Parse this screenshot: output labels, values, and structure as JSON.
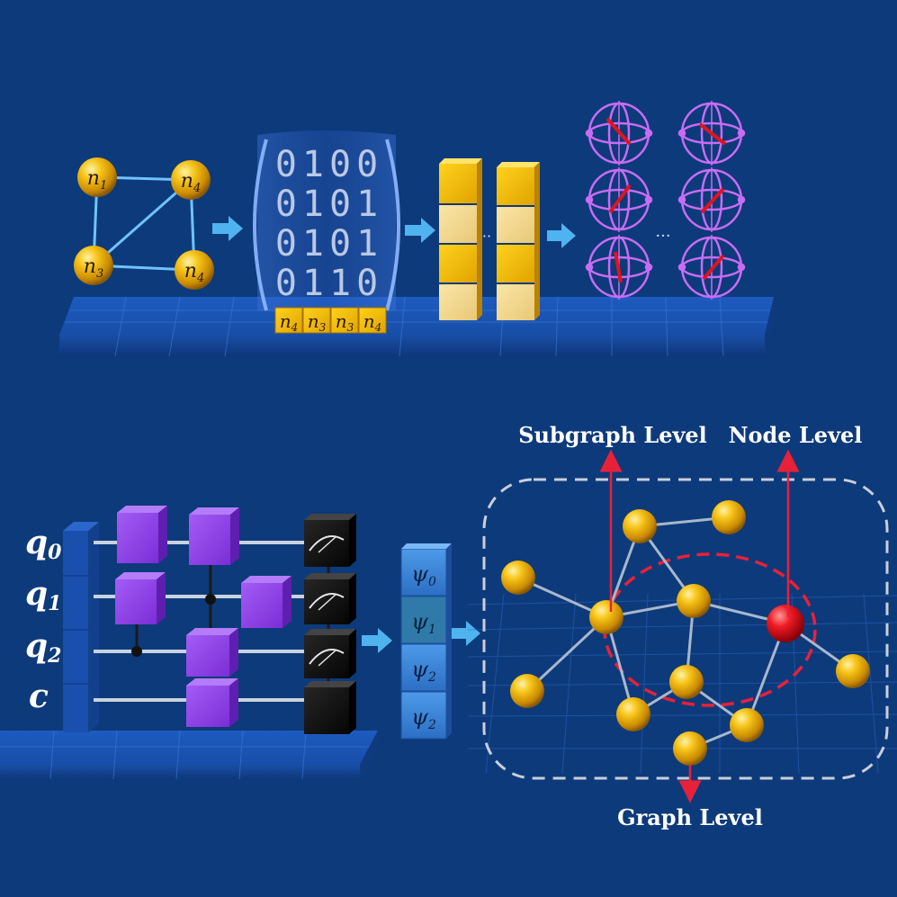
{
  "graph_nodes": [
    {
      "sym": "n",
      "sub": "1"
    },
    {
      "sym": "n",
      "sub": "4"
    },
    {
      "sym": "n",
      "sub": "3"
    },
    {
      "sym": "n",
      "sub": "4"
    }
  ],
  "matrix_rows": [
    "0100",
    "0101",
    "0101",
    "0110"
  ],
  "node_sequence": [
    {
      "sym": "n",
      "sub": "4"
    },
    {
      "sym": "n",
      "sub": "3"
    },
    {
      "sym": "n",
      "sub": "3"
    },
    {
      "sym": "n",
      "sub": "4"
    }
  ],
  "ellipsis_1": "··",
  "ellipsis_2": "···",
  "qubits": [
    {
      "sym": "q",
      "sub": "0"
    },
    {
      "sym": "q",
      "sub": "1"
    },
    {
      "sym": "q",
      "sub": "2"
    },
    {
      "sym": "c",
      "sub": ""
    }
  ],
  "states": [
    {
      "sym": "ψ",
      "sub": "0"
    },
    {
      "sym": "ψ",
      "sub": "1"
    },
    {
      "sym": "ψ",
      "sub": "2"
    },
    {
      "sym": "ψ",
      "sub": "2"
    }
  ],
  "labels": {
    "subgraph_level": "Subgraph Level",
    "node_level": "Node Level",
    "graph_level": "Graph Level"
  },
  "colors": {
    "background": "#0d3a7a",
    "node_gold": "#f2b705",
    "node_red": "#e0141e",
    "gate_purple": "#8a3fe0",
    "arrow_blue": "#4fb3f0",
    "level_arrow_red": "#e8213a"
  }
}
